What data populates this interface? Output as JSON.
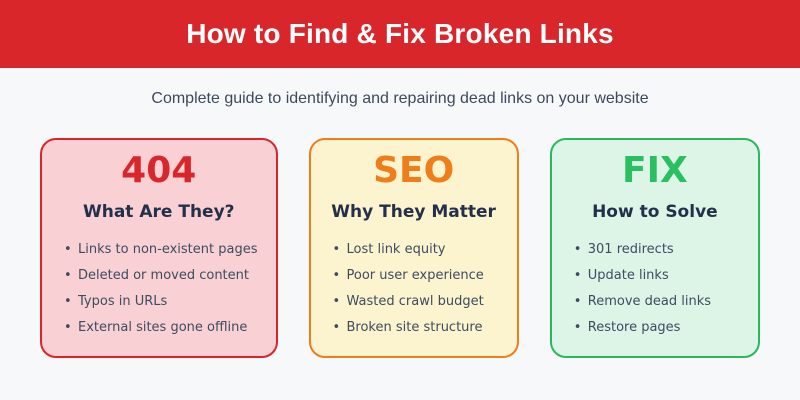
{
  "page": {
    "background": "#f7f8fa"
  },
  "header": {
    "title": "How to Find & Fix Broken Links",
    "bg_color": "#d9262b",
    "text_color": "#ffffff"
  },
  "subtitle": "Complete guide to identifying and repairing dead links on your website",
  "cards": [
    {
      "code": "404",
      "heading": "What Are They?",
      "items": [
        "Links to non-existent pages",
        "Deleted or moved content",
        "Typos in URLs",
        "External sites gone offline"
      ],
      "colors": {
        "bg": "#f9d0d3",
        "border": "#d9262b",
        "accent": "#d9262b"
      }
    },
    {
      "code": "SEO",
      "heading": "Why They Matter",
      "items": [
        "Lost link equity",
        "Poor user experience",
        "Wasted crawl budget",
        "Broken site structure"
      ],
      "colors": {
        "bg": "#fcf3cf",
        "border": "#ef7d1a",
        "accent": "#ef7d1a"
      }
    },
    {
      "code": "FIX",
      "heading": "How to Solve",
      "items": [
        "301 redirects",
        "Update links",
        "Remove dead links",
        "Restore pages"
      ],
      "colors": {
        "bg": "#ddf5e6",
        "border": "#28b95c",
        "accent": "#2abf60"
      }
    }
  ]
}
